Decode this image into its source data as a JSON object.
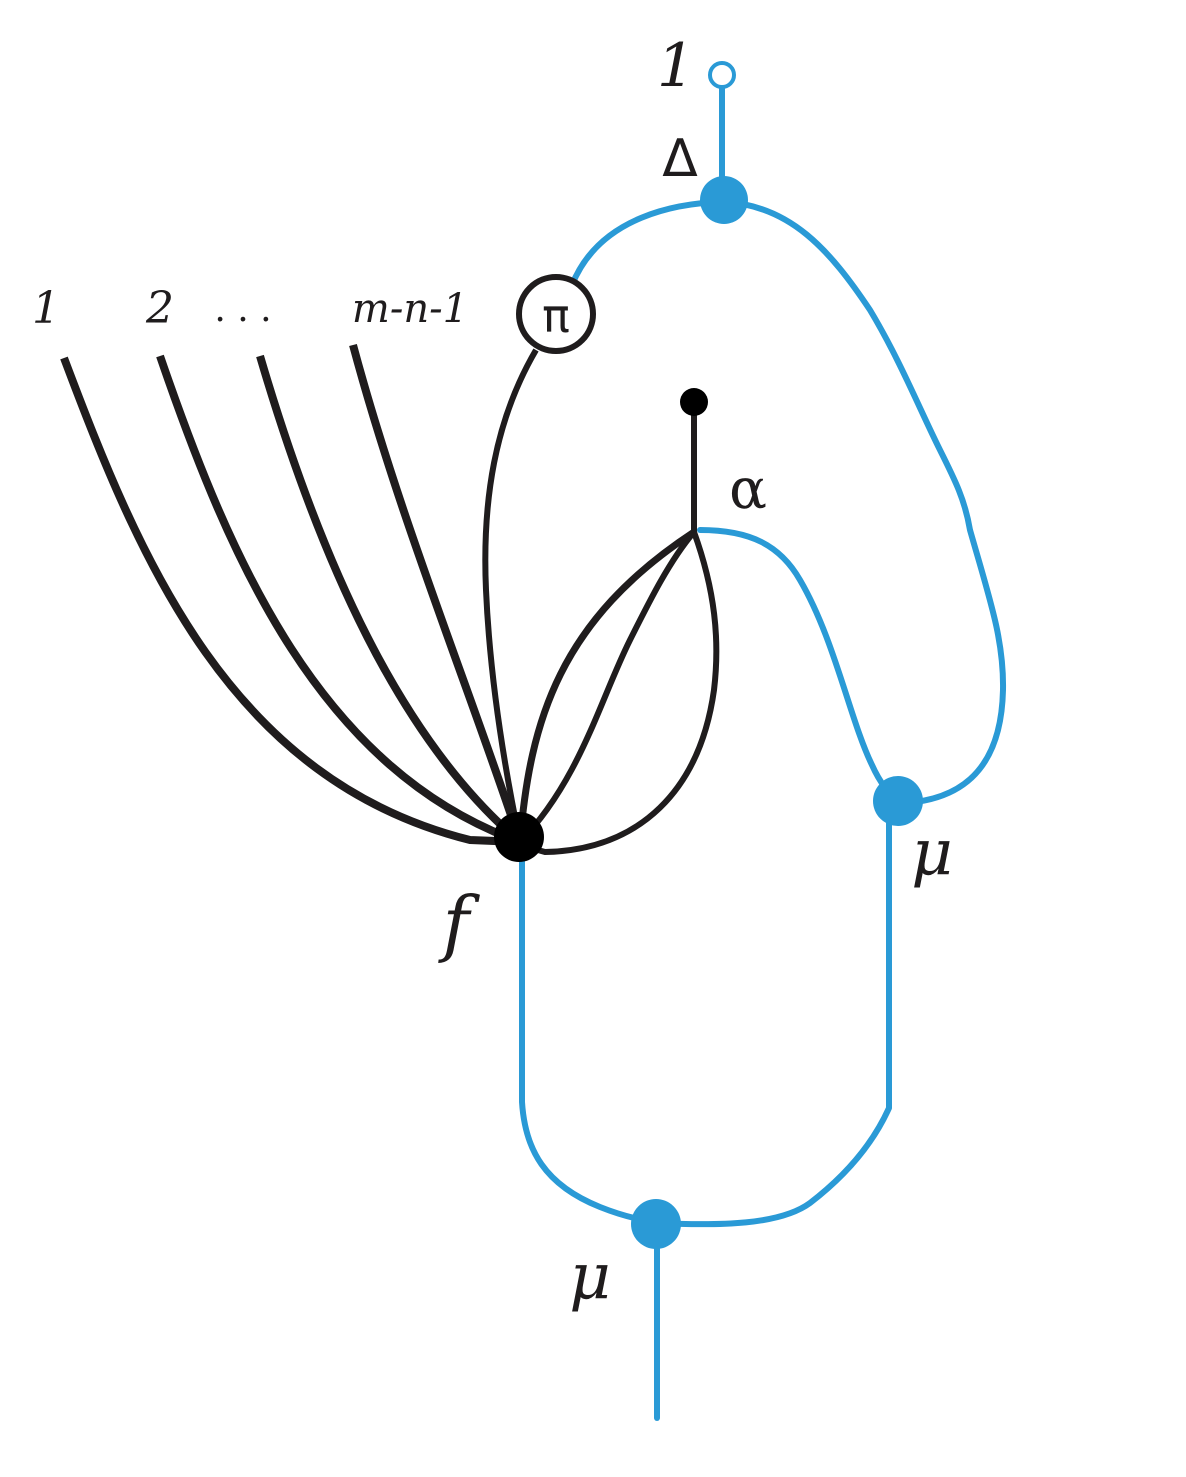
{
  "colors": {
    "blue": "#2a9ad6",
    "black": "#1f1c1d",
    "background": "#ffffff"
  },
  "labels": {
    "unit_top": "1",
    "delta": "Δ",
    "pi": "π",
    "alpha": "α",
    "f": "f",
    "mu_right": "μ",
    "mu_bottom": "μ",
    "input_1": "1",
    "input_2": "2",
    "input_dots": ". . .",
    "input_last": "m-n-1"
  }
}
